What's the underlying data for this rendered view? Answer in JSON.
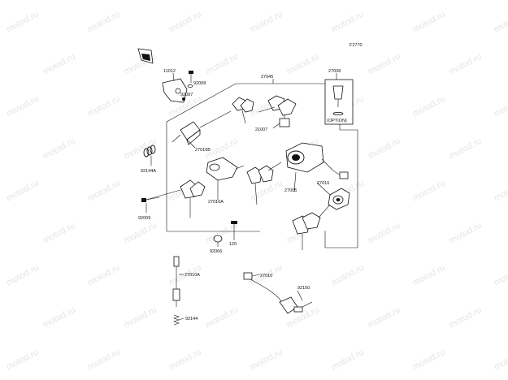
{
  "watermark": "motod.ru",
  "figure_code": "F2770",
  "option_label": "(OPTION)",
  "labels": {
    "p11012": "11012",
    "p92008": "92008",
    "p92097": "92097",
    "p27045": "27045",
    "p27008": "27008",
    "p21007": "21007",
    "p27016B": "27016B",
    "p92144A": "92144A",
    "p27005": "27005",
    "p27016": "27016",
    "p27016A": "27016A",
    "p92009": "92009",
    "p120": "120",
    "p92066": "92066",
    "p27010A": "27010A",
    "p27010": "27010",
    "p92150": "92150",
    "p92144": "92144"
  }
}
